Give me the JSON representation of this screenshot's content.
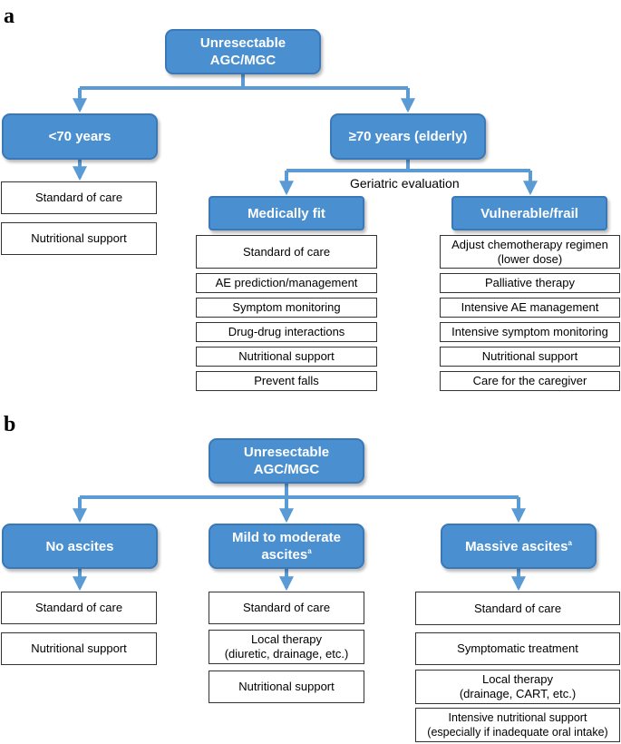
{
  "panel_a": {
    "label": "a",
    "root": "Unresectable\nAGC/MGC",
    "young": {
      "title": "<70 years",
      "items": [
        "Standard of care",
        "Nutritional support"
      ]
    },
    "elderly": {
      "title": "≥70 years (elderly)",
      "evaluation": "Geriatric evaluation",
      "fit": {
        "title": "Medically fit",
        "items": [
          "Standard of care",
          "AE prediction/management",
          "Symptom monitoring",
          "Drug-drug interactions",
          "Nutritional support",
          "Prevent falls"
        ]
      },
      "frail": {
        "title": "Vulnerable/frail",
        "items": [
          "Adjust chemotherapy regimen\n(lower dose)",
          "Palliative therapy",
          "Intensive AE management",
          "Intensive symptom monitoring",
          "Nutritional support",
          "Care for the caregiver"
        ]
      }
    }
  },
  "panel_b": {
    "label": "b",
    "root": "Unresectable\nAGC/MGC",
    "none": {
      "title": "No ascites",
      "items": [
        "Standard of care",
        "Nutritional support"
      ]
    },
    "mild": {
      "title": "Mild to moderate\nascites",
      "sup": "a",
      "items": [
        "Standard of care",
        "Local therapy\n(diuretic, drainage, etc.)",
        "Nutritional support"
      ]
    },
    "massive": {
      "title": "Massive ascites",
      "sup": "a",
      "items": [
        "Standard of care",
        "Symptomatic treatment",
        "Local therapy\n(drainage, CART, etc.)",
        "Intensive nutritional support\n(especially if inadequate oral intake)"
      ]
    }
  },
  "colors": {
    "node_fill": "#4a8fd0",
    "node_border": "#3a78b8",
    "connector": "#5b9bd5"
  }
}
